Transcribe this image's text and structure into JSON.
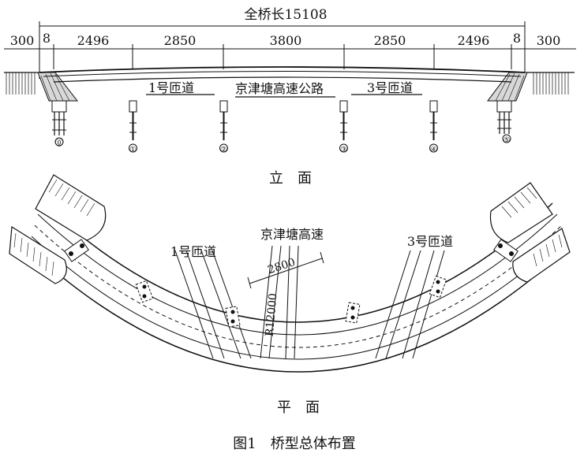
{
  "elevation": {
    "total_length_label": "全桥长15108",
    "spans": [
      "300",
      "8",
      "2496",
      "2850",
      "3800",
      "2850",
      "2496",
      "8",
      "300"
    ],
    "road_labels": {
      "ramp1": "1号匝道",
      "highway": "京津塘高速公路",
      "ramp3": "3号匝道"
    },
    "pier_labels": [
      "①",
      "②",
      "③",
      "④"
    ],
    "abutment_labels": [
      "⓪",
      "⑤"
    ],
    "view_caption": "立　面"
  },
  "plan": {
    "highway_label": "京津塘高速",
    "ramp1_label": "1号匝道",
    "ramp3_label": "3号匝道",
    "dim_2800": "2800",
    "radius_label": "R12000",
    "view_caption": "平　面"
  },
  "figure_caption": "图1　桥型总体布置"
}
